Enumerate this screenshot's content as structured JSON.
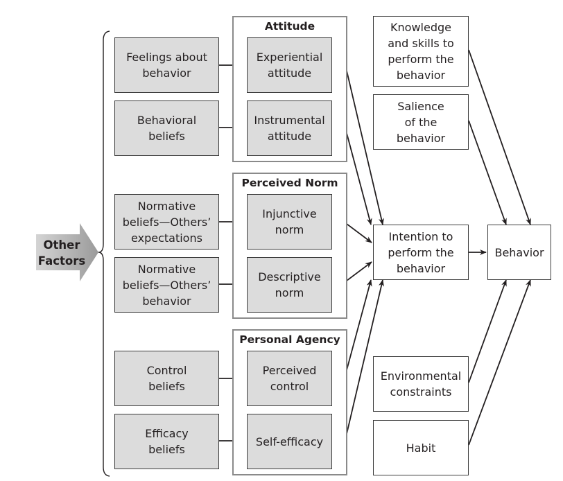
{
  "other_factors": {
    "label": "Other\nFactors"
  },
  "background_boxes": [
    {
      "id": "feelings",
      "label": "Feelings about\nbehavior"
    },
    {
      "id": "behavioral-beliefs",
      "label": "Behavioral\nbeliefs"
    },
    {
      "id": "normative-expectations",
      "label": "Normative\nbeliefs—Others’\nexpectations"
    },
    {
      "id": "normative-behavior",
      "label": "Normative\nbeliefs—Others’\nbehavior"
    },
    {
      "id": "control-beliefs",
      "label": "Control\nbeliefs"
    },
    {
      "id": "efficacy-beliefs",
      "label": "Efficacy\nbeliefs"
    }
  ],
  "groups": [
    {
      "title": "Attitude",
      "items": [
        "Experiential\nattitude",
        "Instrumental\nattitude"
      ]
    },
    {
      "title": "Perceived Norm",
      "items": [
        "Injunctive\nnorm",
        "Descriptive\nnorm"
      ]
    },
    {
      "title": "Personal Agency",
      "items": [
        "Perceived\ncontrol",
        "Self-efficacy"
      ]
    }
  ],
  "intention": {
    "label": "Intention to\nperform the\nbehavior"
  },
  "behavior": {
    "label": "Behavior"
  },
  "moderators": [
    {
      "id": "knowledge",
      "label": "Knowledge\nand skills to\nperform the\nbehavior"
    },
    {
      "id": "salience",
      "label": "Salience\nof the\nbehavior"
    },
    {
      "id": "environment",
      "label": "Environmental\nconstraints"
    },
    {
      "id": "habit",
      "label": "Habit"
    }
  ],
  "colors": {
    "construct_fill": "#dcdcdc",
    "group_border": "#8a8a8a",
    "line": "#231f20",
    "arrow_fill": "#a9a9a9"
  }
}
